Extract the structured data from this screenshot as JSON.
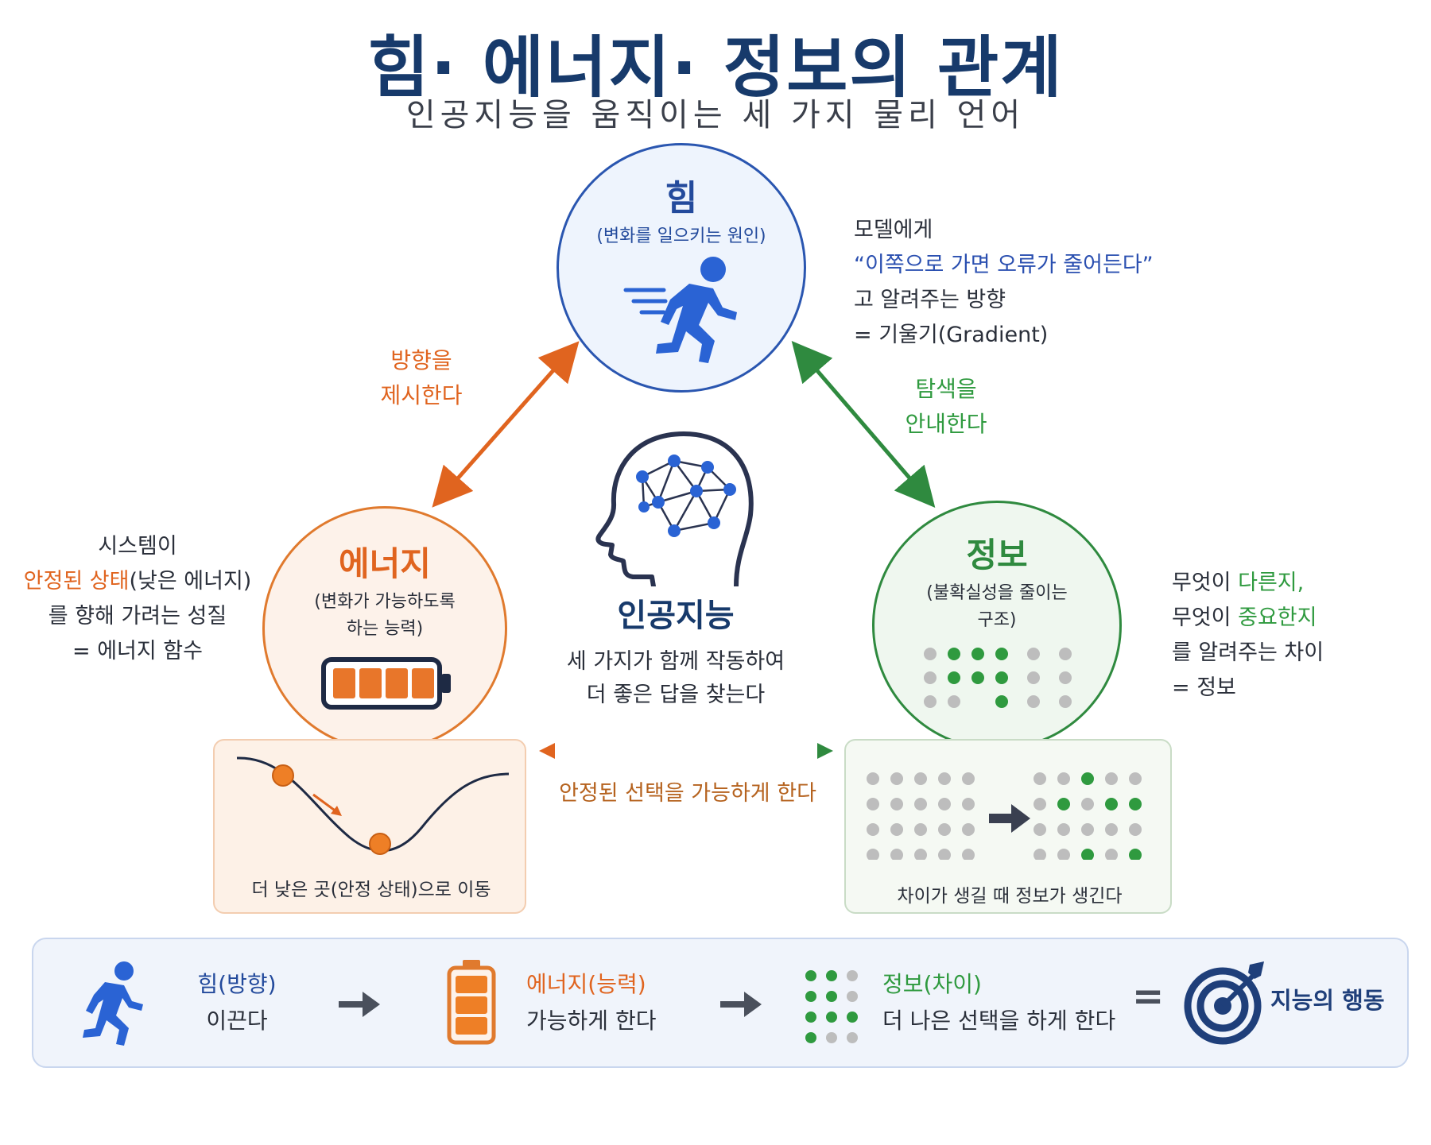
{
  "title": "힘· 에너지· 정보의 관계",
  "subtitle": "인공지능을 움직이는 세 가지 물리 언어",
  "force": {
    "title": "힘",
    "subtitle": "(변화를 일으키는 원인)",
    "note_line1": "모델에게",
    "note_quote": "“이쪽으로 가면 오류가 줄어든다”",
    "note_line3": "고 알려주는 방향",
    "note_line4": "= 기울기(Gradient)"
  },
  "energy": {
    "title": "에너지",
    "subtitle_line1": "(변화가 가능하도록",
    "subtitle_line2": "하는 능력)",
    "note_line1": "시스템이",
    "note_highlight": "안정된 상태",
    "note_paren": "(낮은 에너지)",
    "note_line3": "를 향해 가려는 성질",
    "note_line4": "= 에너지 함수",
    "panel_caption": "더 낮은 곳(안정 상태)으로 이동"
  },
  "info": {
    "title": "정보",
    "subtitle_line1": "(불확실성을 줄이는",
    "subtitle_line2": "구조)",
    "note_prefix1": "무엇이 ",
    "note_highlight1": "다른지,",
    "note_prefix2": "무엇이 ",
    "note_highlight2": "중요한지",
    "note_line3": "를 알려주는 차이",
    "note_line4": "= 정보",
    "panel_caption": "차이가 생길 때 정보가 생긴다"
  },
  "center": {
    "title": "인공지능",
    "line1": "세 가지가 함께 작동하여",
    "line2": "더 좋은 답을 찾는다"
  },
  "arrows": {
    "left_line1": "방향을",
    "left_line2": "제시한다",
    "right_line1": "탐색을",
    "right_line2": "안내한다",
    "bottom": "안정된 선택을 가능하게 한다"
  },
  "summary": {
    "force_title": "힘(방향)",
    "force_desc": "이끈다",
    "energy_title": "에너지(능력)",
    "energy_desc": "가능하게 한다",
    "info_title": "정보(차이)",
    "info_desc": "더 나은 선택을 하게 한다",
    "equals": "=",
    "result": "지능의 행동"
  },
  "colors": {
    "force": "#2a56b0",
    "energy": "#e07a2e",
    "info": "#2f8a3f",
    "title": "#173a6b"
  },
  "icons": {
    "force": "running-person-icon",
    "energy": "battery-icon",
    "info": "dot-grid-icon",
    "center": "brain-head-icon",
    "result": "target-icon"
  }
}
